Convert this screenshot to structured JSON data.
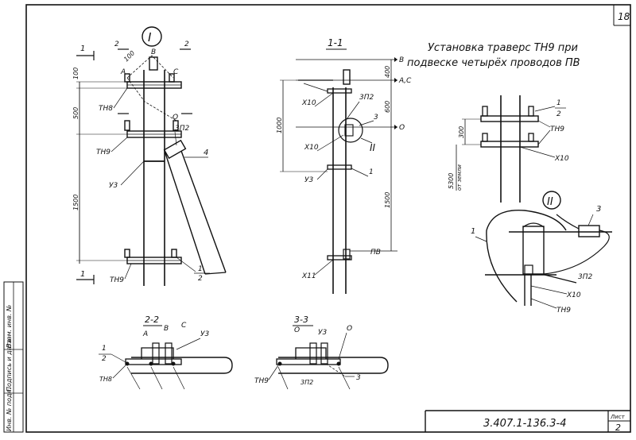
{
  "sheet": {
    "page_number": "18",
    "sheet_label": "Лист",
    "sheet_number": "2",
    "doc_code": "3.407.1-136.3-4"
  },
  "title": {
    "line1": "Установка траверс ТН9 при",
    "line2": "подвеске четырёх проводов ПВ"
  },
  "side_stamp": [
    "Инв. № подл.",
    "Подпись и дата",
    "Взам. инв. №"
  ],
  "view_I": {
    "callout": "I",
    "section_labels": [
      "1",
      "1",
      "2",
      "2"
    ],
    "phase_labels": [
      "А",
      "В",
      "С",
      "О"
    ],
    "dims": [
      "100",
      "100",
      "500",
      "1500"
    ],
    "parts": [
      "ТН8",
      "ТН9",
      "ТН9",
      "У3",
      "3П2",
      "4",
      "1",
      "2"
    ]
  },
  "view_1_1": {
    "title": "1-1",
    "dims": [
      "400",
      "600",
      "1000",
      "1500"
    ],
    "parts": [
      "Х10",
      "Х10",
      "Х11",
      "У3",
      "3П2",
      "3",
      "1",
      "ПВ"
    ],
    "phase_labels": [
      "В",
      "А,С",
      "О"
    ],
    "callout_II": "II"
  },
  "view_right": {
    "dims": [
      "300",
      "5300"
    ],
    "ground_text": "от земли",
    "parts": [
      "1",
      "2",
      "ТН9",
      "Х10"
    ]
  },
  "detail_II": {
    "callout": "II",
    "parts": [
      "1",
      "3",
      "3П2",
      "Х10",
      "ТН9"
    ]
  },
  "sec_2_2": {
    "title": "2-2",
    "labels": [
      "1",
      "2",
      "А",
      "В",
      "С",
      "У3",
      "ТН8"
    ]
  },
  "sec_3_3": {
    "title": "3-3",
    "labels": [
      "О",
      "У3",
      "О",
      "ТН9",
      "3П2",
      "3"
    ]
  }
}
